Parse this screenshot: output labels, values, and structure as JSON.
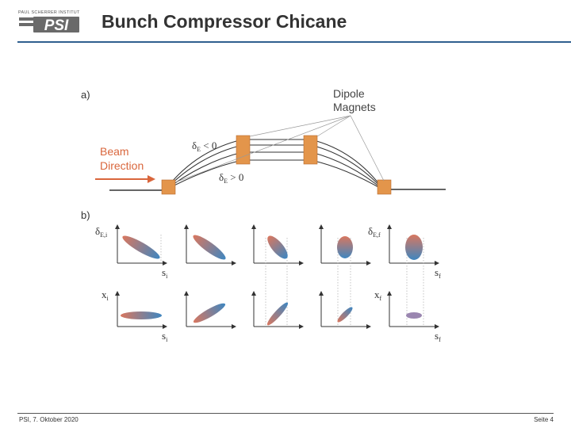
{
  "header": {
    "logo_text_top": "PAUL SCHERRER INSTITUT",
    "logo_text_main": "PSI",
    "title": "Bunch Compressor Chicane"
  },
  "figure": {
    "panel_a_label": "a)",
    "panel_b_label": "b)",
    "dipole_label_line1": "Dipole",
    "dipole_label_line2": "Magnets",
    "beam_label_line1": "Beam",
    "beam_label_line2": "Direction",
    "delta_neg": "δ",
    "delta_neg_sub": "E",
    "delta_neg_rest": " < 0",
    "delta_pos": "δ",
    "delta_pos_sub": "E",
    "delta_pos_rest": " > 0",
    "row1_ylabel_left": "δ",
    "row1_ylabel_left_sub": "E,i",
    "row1_xlabel_left": "s",
    "row1_xlabel_left_sub": "i",
    "row1_ylabel_right": "δ",
    "row1_ylabel_right_sub": "E,f",
    "row1_xlabel_right": "s",
    "row1_xlabel_right_sub": "f",
    "row2_ylabel_left": "x",
    "row2_ylabel_left_sub": "i",
    "row2_xlabel_left": "s",
    "row2_xlabel_left_sub": "i",
    "row2_ylabel_right": "x",
    "row2_ylabel_right_sub": "f",
    "row2_xlabel_right": "s",
    "row2_xlabel_right_sub": "f"
  },
  "colors": {
    "accent_rule": "#2f5f8f",
    "magnet": "#e3954b",
    "beam_arrow": "#d9663c",
    "bunch_red": "#d9775f",
    "bunch_blue": "#3f86c0"
  },
  "footer": {
    "left": "PSI, 7. Oktober 2020",
    "right": "Seite 4"
  }
}
